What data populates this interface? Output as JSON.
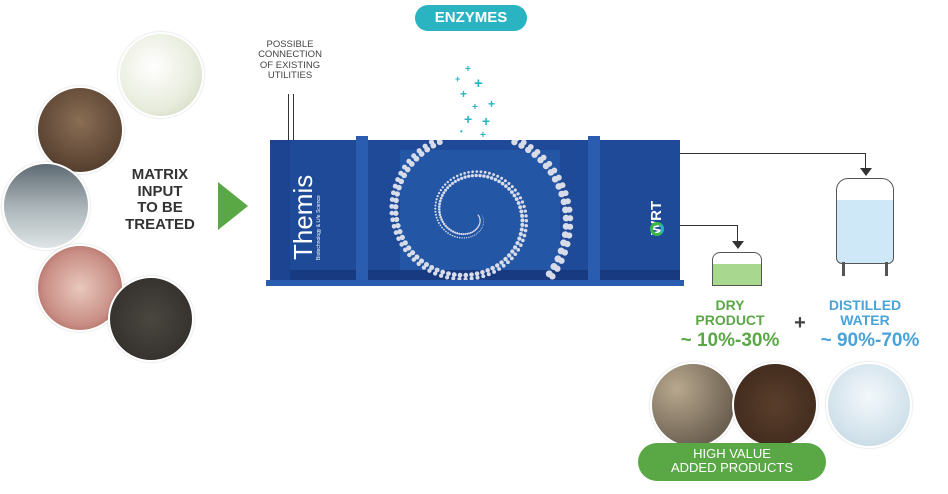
{
  "input": {
    "label_lines": [
      "MATRIX",
      "INPUT",
      "TO BE",
      "TREATED"
    ]
  },
  "connection": {
    "label_lines": [
      "POSSIBLE",
      "CONNECTION",
      "OF EXISTING",
      "UTILITIES"
    ]
  },
  "enzymes": {
    "label": "ENZYMES"
  },
  "machine": {
    "brand": "Themis",
    "brand_sub": "Biotechnology & Life Science",
    "logo": "WRT"
  },
  "dry_product": {
    "label_lines": [
      "DRY",
      "PRODUCT"
    ],
    "percent": "~ 10%-30%"
  },
  "plus": "+",
  "water": {
    "label_lines": [
      "DISTILLED",
      "WATER"
    ],
    "percent": "~ 90%-70%"
  },
  "high_value": {
    "label_lines": [
      "HIGH VALUE",
      "ADDED PRODUCTS"
    ]
  },
  "colors": {
    "green": "#5aa845",
    "blue": "#4aa3d8",
    "machine": "#1f4a98",
    "teal": "#2ab3c0"
  }
}
